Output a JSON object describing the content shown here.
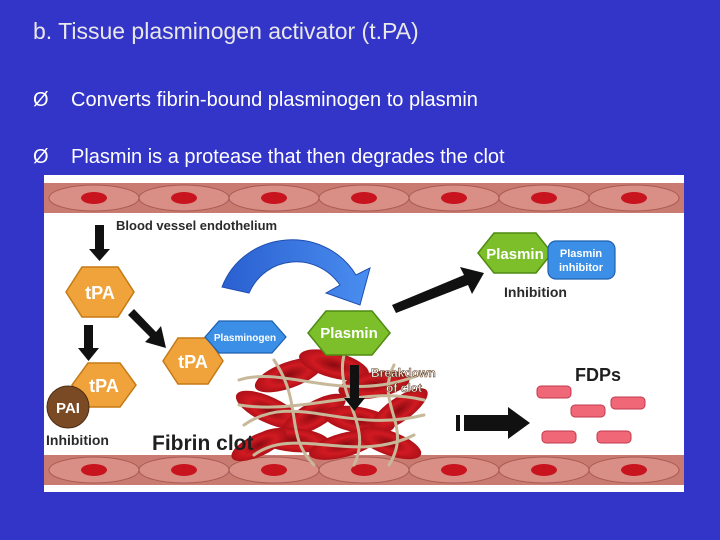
{
  "slide": {
    "title": "b. Tissue plasminogen activator (t.PA)",
    "bullet_marker": "Ø",
    "bullets": [
      "Converts fibrin-bound plasminogen to plasmin",
      "Plasmin is a protease that then degrades the clot"
    ]
  },
  "diagram": {
    "endothelium_label": "Blood vessel endothelium",
    "tpa_label": "tPA",
    "pai_label": "PAI",
    "inhibition_label": "Inhibition",
    "plasminogen_label": "Plasminogen",
    "plasmin_label": "Plasmin",
    "plasmin_inhibitor_label_1": "Plasmin",
    "plasmin_inhibitor_label_2": "inhibitor",
    "breakdown_label_1": "Breakdown",
    "breakdown_label_2": "of clot",
    "fibrin_clot_label": "Fibrin clot",
    "fdps_label": "FDPs",
    "colors": {
      "background": "#3334c8",
      "tpa_hexagon": "#f0a33a",
      "plasminogen": "#3b8fe6",
      "plasmin": "#7cbf2a",
      "pai": "#7a4a25",
      "endothelial_cell": "#d98f85",
      "nucleus": "#c8141e",
      "fdp": "#f06878"
    }
  }
}
